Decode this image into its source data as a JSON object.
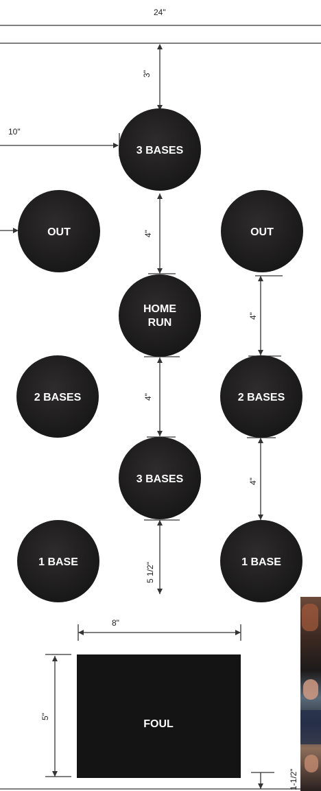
{
  "dimensions": {
    "board_width": "24\"",
    "top_gap": "3\"",
    "side_offset": "10\"",
    "center_gap_1": "4\"",
    "center_gap_2": "4\"",
    "right_gap_1": "4\"",
    "right_gap_2": "4\"",
    "bottom_gap": "5 1/2\"",
    "foul_width": "8\"",
    "foul_height": "5\"",
    "bottom_margin": "1-1/2\""
  },
  "circles": {
    "top_center": "3 BASES",
    "left_out": "OUT",
    "right_out": "OUT",
    "home_run_line1": "HOME",
    "home_run_line2": "RUN",
    "left_2bases": "2 BASES",
    "right_2bases": "2 BASES",
    "mid_3bases": "3 BASES",
    "left_1base": "1 BASE",
    "right_1base": "1 BASE"
  },
  "foul_label": "FOUL",
  "colors": {
    "circle_fill": "#1c1b1c",
    "foul_fill": "#141414",
    "text": "#ffffff",
    "line": "#333333"
  }
}
